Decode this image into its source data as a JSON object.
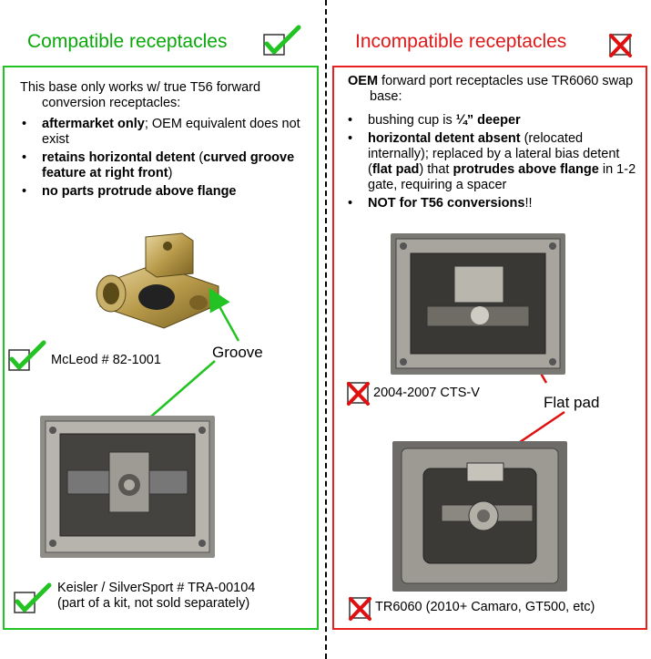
{
  "left": {
    "header": "Compatible receptacles",
    "intro": "This base only works w/ true T56 forward conversion receptacles:",
    "bullets": [
      {
        "b": "aftermarket only",
        "t": "; OEM equivalent does not exist"
      },
      {
        "b": "retains horizontal detent",
        "t": " (",
        "b2": "curved groove feature at right front",
        "t2": ")"
      },
      {
        "b": "no parts protrude above flange",
        "t": ""
      }
    ],
    "callout": "Groove",
    "items": [
      {
        "caption": "McLeod # 82-1001"
      },
      {
        "caption_line1": "Keisler / SilverSport # TRA-00104",
        "caption_line2": "(part of a kit, not sold separately)"
      }
    ]
  },
  "right": {
    "header": "Incompatible receptacles",
    "intro_bold": "OEM",
    "intro_rest": " forward port receptacles use TR6060 swap base:",
    "bullet1_pre": "bushing cup is ",
    "bullet1_bold": "¼” deeper",
    "bullet2_bold1": "horizontal detent absent",
    "bullet2_t1": " (relocated internally); replaced by a lateral bias detent (",
    "bullet2_bold2": "flat pad",
    "bullet2_t2": ") that ",
    "bullet2_bold3": "protrudes above flange",
    "bullet2_t3": " in 1-2 gate, requiring a spacer",
    "bullet3_bold": "NOT for T56 conversions",
    "bullet3_t": "!!",
    "callout": "Flat pad",
    "items": [
      {
        "caption": "2004-2007 CTS-V"
      },
      {
        "caption": "TR6060 (2010+ Camaro, GT500, etc)"
      }
    ]
  },
  "colors": {
    "compatible": "#0aa80a",
    "incompatible": "#e0181a",
    "check": "#22c322",
    "cross": "#e01010"
  }
}
